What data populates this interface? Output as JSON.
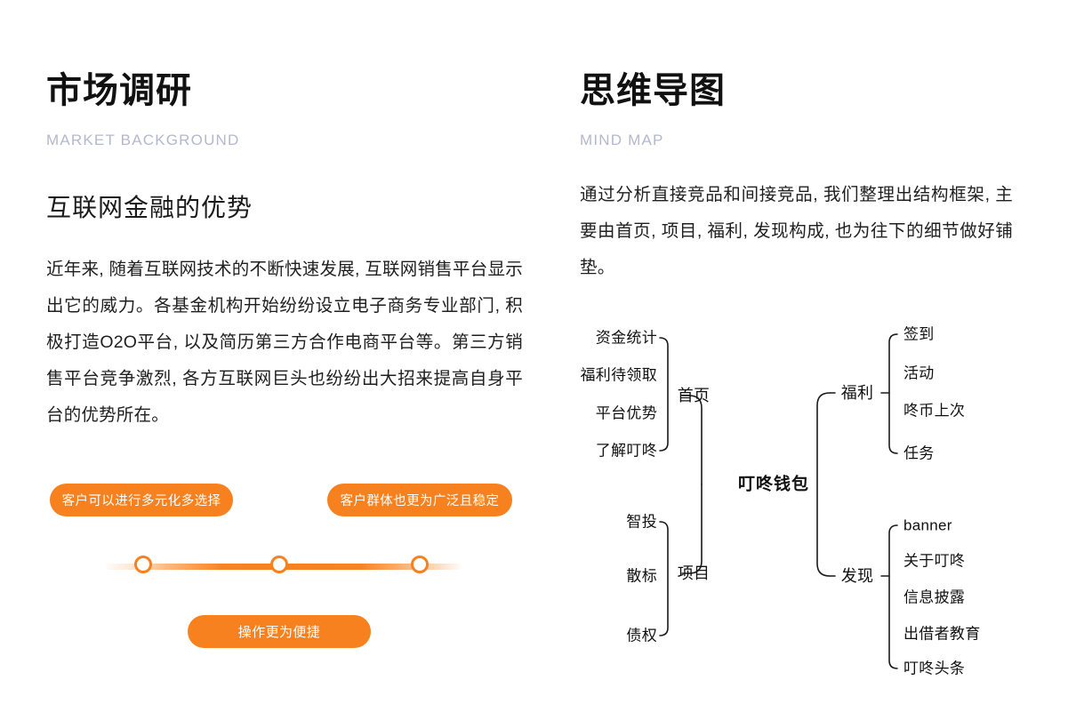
{
  "left": {
    "title": "市场调研",
    "subtitle": "MARKET BACKGROUND",
    "section_heading": "互联网金融的优势",
    "paragraph": "近年来, 随着互联网技术的不断快速发展, 互联网销售平台显示出它的威力。各基金机构开始纷纷设立电子商务专业部门, 积极打造O2O平台, 以及简历第三方合作电商平台等。第三方销售平台竞争激烈, 各方互联网巨头也纷纷出大招来提高自身平台的优势所在。",
    "pills": {
      "left": "客户可以进行多元化多选择",
      "right": "客户群体也更为广泛且稳定",
      "bottom": "操作更为便捷"
    },
    "progress": {
      "steps": 3,
      "accent_color": "#f7811e"
    }
  },
  "right": {
    "title": "思维导图",
    "subtitle": "MIND MAP",
    "paragraph": "通过分析直接竞品和间接竞品, 我们整理出结构框架, 主要由首页, 项目, 福利, 发现构成, 也为往下的细节做好铺垫。"
  },
  "mindmap": {
    "root": "叮咚钱包",
    "branches": [
      {
        "name": "首页",
        "side": "left",
        "children": [
          "资金统计",
          "福利待领取",
          "平台优势",
          "了解叮咚"
        ]
      },
      {
        "name": "项目",
        "side": "left",
        "children": [
          "智投",
          "散标",
          "债权"
        ]
      },
      {
        "name": "福利",
        "side": "right",
        "children": [
          "签到",
          "活动",
          "咚币上次",
          "任务"
        ]
      },
      {
        "name": "发现",
        "side": "right",
        "children": [
          "banner",
          "关于叮咚",
          "信息披露",
          "出借者教育",
          "叮咚头条"
        ]
      }
    ]
  }
}
